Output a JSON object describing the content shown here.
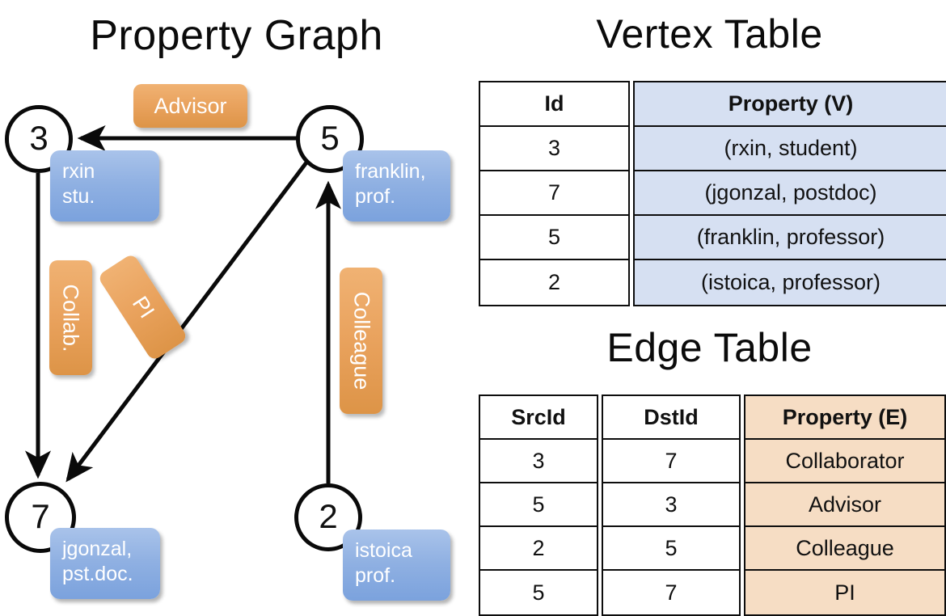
{
  "titles": {
    "property_graph": "Property Graph",
    "vertex_table": "Vertex Table",
    "edge_table": "Edge Table"
  },
  "graph": {
    "nodes": [
      {
        "id": "3",
        "property_label": "rxin\nstu."
      },
      {
        "id": "5",
        "property_label": "franklin,\nprof."
      },
      {
        "id": "7",
        "property_label": "jgonzal,\npst.doc."
      },
      {
        "id": "2",
        "property_label": "istoica\nprof."
      }
    ],
    "edge_labels": [
      {
        "name": "advisor",
        "text": "Advisor"
      },
      {
        "name": "collab",
        "text": "Collab."
      },
      {
        "name": "pi",
        "text": "PI"
      },
      {
        "name": "colleague",
        "text": "Colleague"
      }
    ],
    "edges": [
      {
        "from": "5",
        "to": "3",
        "label": "Advisor"
      },
      {
        "from": "3",
        "to": "7",
        "label": "Collab."
      },
      {
        "from": "5",
        "to": "7",
        "label": "PI"
      },
      {
        "from": "2",
        "to": "5",
        "label": "Colleague"
      }
    ]
  },
  "vertex_table": {
    "headers": [
      "Id",
      "Property (V)"
    ],
    "rows": [
      {
        "id": "3",
        "property": "(rxin, student)"
      },
      {
        "id": "7",
        "property": "(jgonzal, postdoc)"
      },
      {
        "id": "5",
        "property": "(franklin, professor)"
      },
      {
        "id": "2",
        "property": "(istoica, professor)"
      }
    ],
    "property_column_color": "#d6e0f2"
  },
  "edge_table": {
    "headers": [
      "SrcId",
      "DstId",
      "Property (E)"
    ],
    "rows": [
      {
        "src": "3",
        "dst": "7",
        "property": "Collaborator"
      },
      {
        "src": "5",
        "dst": "3",
        "property": "Advisor"
      },
      {
        "src": "2",
        "dst": "5",
        "property": "Colleague"
      },
      {
        "src": "5",
        "dst": "7",
        "property": "PI"
      }
    ],
    "property_column_color": "#f6ddc4"
  },
  "colors": {
    "vertex_box": "#8fb0e2",
    "edge_box": "#e9a25d",
    "stroke": "#0a0a0a",
    "background": "#ffffff"
  }
}
